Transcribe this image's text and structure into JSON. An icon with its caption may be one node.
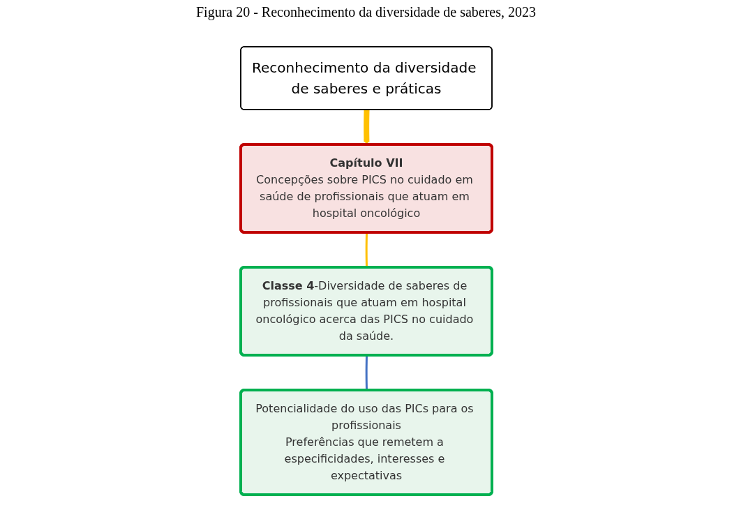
{
  "diagram": {
    "title": "Figura 20 - Reconhecimento da diversidade de saberes, 2023",
    "nodes": [
      {
        "text": [
          "Reconhecimento da diversidade de saberes e práticas"
        ]
      },
      {
        "text": [
          "Capítulo VII",
          "Concepções sobre PICS no cuidado em saúde de profissionais que atuam em hospital oncológico"
        ]
      },
      {
        "text": [
          "**Classe 4**-Diversidade de saberes de profissionais que atuam em hospital oncológico acerca das PICS no cuidado da saúde."
        ]
      },
      {
        "text": [
          "Potencialidade do uso das PICs para os profissionais",
          "Preferências que remetem a especificidades, interesses e expectativas"
        ]
      }
    ],
    "edges": [
      {
        "from": 0,
        "to": 1,
        "arrow": "to",
        "style": "thick",
        "color": "#ffc000"
      },
      {
        "from": 1,
        "to": 2,
        "arrow": "none",
        "color": "#ffc000"
      },
      {
        "from": 2,
        "to": 3,
        "arrow": "none",
        "color": "#4472c4"
      }
    ]
  }
}
